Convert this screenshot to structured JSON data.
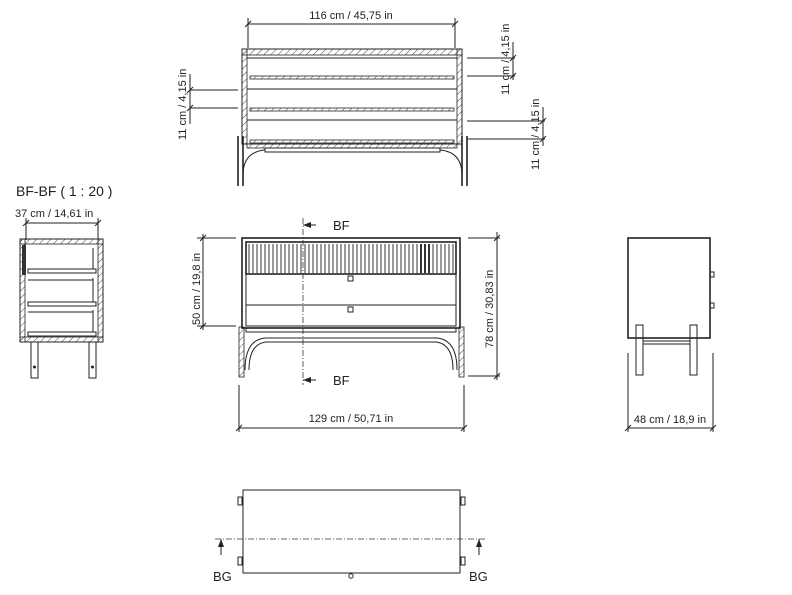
{
  "drawing": {
    "section_title": "BF-BF ( 1 : 20 )",
    "section_markers": {
      "front_top": "BF",
      "front_bottom": "BF",
      "plan_left": "BG",
      "plan_right": "BG"
    },
    "dimensions": {
      "top_width": "116 cm / 45,75 in",
      "left_drawer_height": "11 cm / 4,15 in",
      "right_drawer_height_1": "11 cm / 4,15 in",
      "right_drawer_height_2": "11 cm / 4,15 in",
      "section_depth": "37 cm / 14,61 in",
      "front_body_height": "50 cm / 19,8 in",
      "front_total_height": "78 cm / 30,83 in",
      "front_total_width": "129 cm / 50,71 in",
      "side_depth": "48 cm / 18,9 in"
    },
    "views": [
      {
        "name": "section-view-BG",
        "description": "Horizontal section of chest with 3 drawers"
      },
      {
        "name": "section-view-BF",
        "description": "Side cross-section at scale 1:20"
      },
      {
        "name": "front-elevation",
        "description": "Front view with fluted top drawer and two plain drawers"
      },
      {
        "name": "side-elevation",
        "description": "Side view with legs"
      },
      {
        "name": "plan-view",
        "description": "Top plan with BG section line"
      }
    ]
  }
}
